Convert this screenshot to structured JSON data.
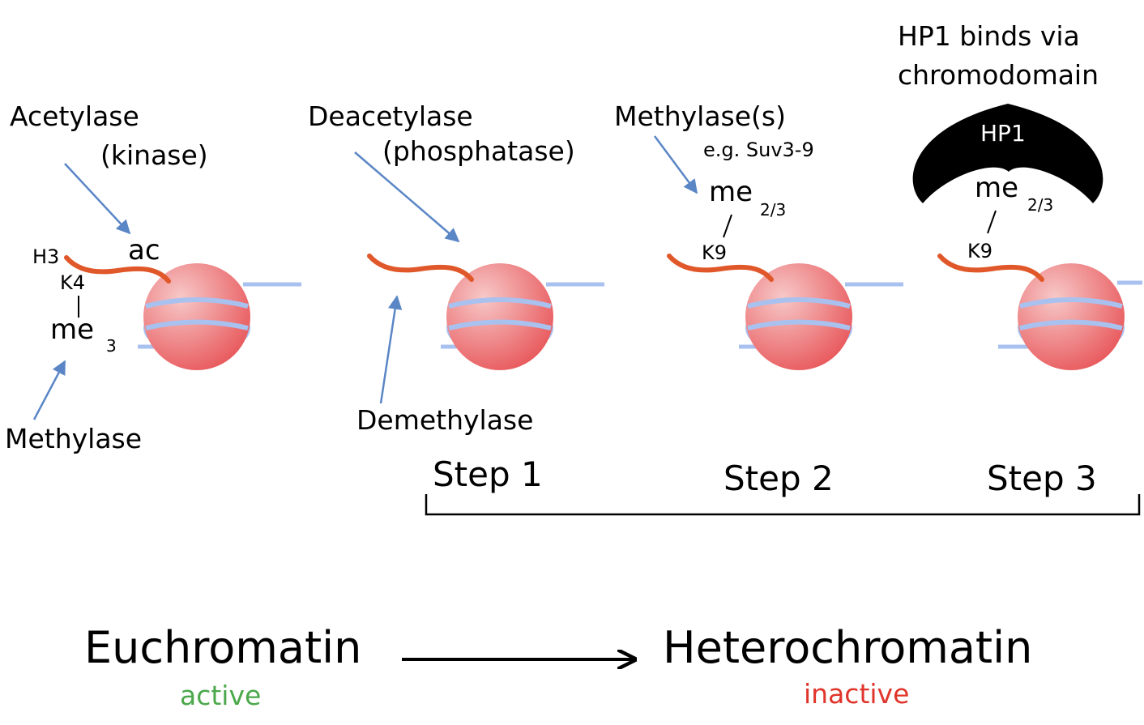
{
  "colors": {
    "background": "#ffffff",
    "nucleosome": "#e8585b",
    "nucleosome_highlight": "#f7c8c8",
    "dna": "#a9c1ef",
    "histone_tail": "#e0582a",
    "arrow": "#5a86c6",
    "active": "#4ba84b",
    "inactive": "#e0352b",
    "hp1": "#000000"
  },
  "stage0": {
    "acetylase": "Acetylase",
    "kinase": "(kinase)",
    "ac": "ac",
    "h3": "H3",
    "k4": "K4",
    "me": "me",
    "me_sub": "3",
    "methylase": "Methylase"
  },
  "step1": {
    "deacetylase": "Deacetylase",
    "phosphatase": "(phosphatase)",
    "demethylase": "Demethylase"
  },
  "step2": {
    "methylases": "Methylase(s)",
    "example": "e.g. Suv3-9",
    "me": "me",
    "me_sub": "2/3",
    "k9": "K9"
  },
  "step3": {
    "caption_line1": "HP1 binds via",
    "caption_line2": "chromodomain",
    "hp1": "HP1",
    "me": "me",
    "me_sub": "2/3",
    "k9": "K9"
  },
  "steps": [
    "Step 1",
    "Step 2",
    "Step 3"
  ],
  "transition": {
    "from": "Euchromatin",
    "from_state": "active",
    "to": "Heterochromatin",
    "to_state": "inactive"
  }
}
